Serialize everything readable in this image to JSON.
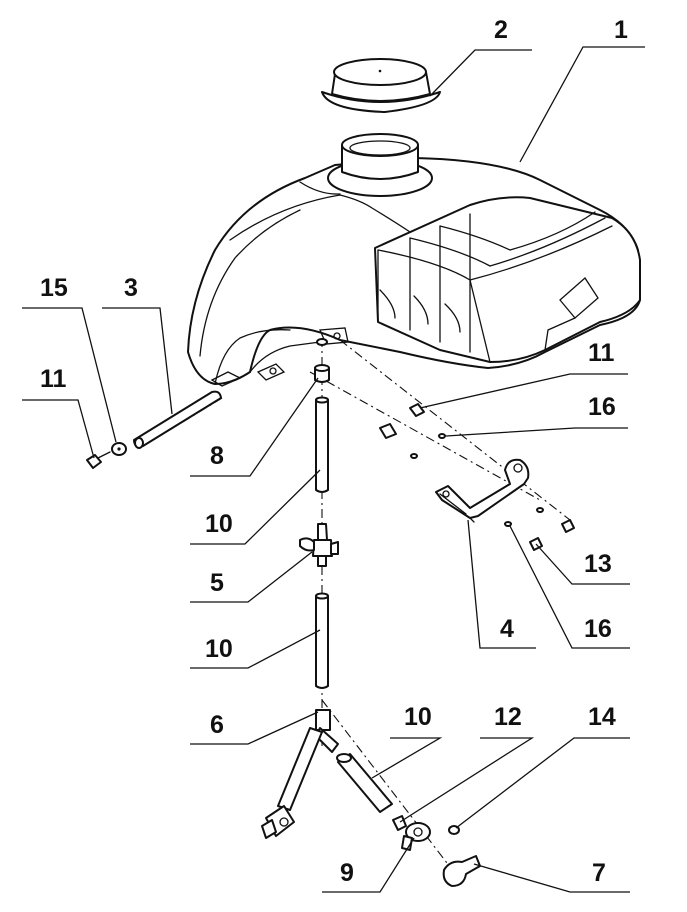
{
  "callouts": [
    {
      "id": "c1",
      "label": "1"
    },
    {
      "id": "c2",
      "label": "2"
    },
    {
      "id": "c3",
      "label": "3"
    },
    {
      "id": "c4",
      "label": "4"
    },
    {
      "id": "c5",
      "label": "5"
    },
    {
      "id": "c6",
      "label": "6"
    },
    {
      "id": "c7",
      "label": "7"
    },
    {
      "id": "c8",
      "label": "8"
    },
    {
      "id": "c9",
      "label": "9"
    },
    {
      "id": "c10a",
      "label": "10"
    },
    {
      "id": "c10b",
      "label": "10"
    },
    {
      "id": "c10c",
      "label": "10"
    },
    {
      "id": "c11a",
      "label": "11"
    },
    {
      "id": "c11b",
      "label": "11"
    },
    {
      "id": "c12",
      "label": "12"
    },
    {
      "id": "c13",
      "label": "13"
    },
    {
      "id": "c14",
      "label": "14"
    },
    {
      "id": "c15",
      "label": "15"
    },
    {
      "id": "c16a",
      "label": "16"
    },
    {
      "id": "c16b",
      "label": "16"
    }
  ]
}
